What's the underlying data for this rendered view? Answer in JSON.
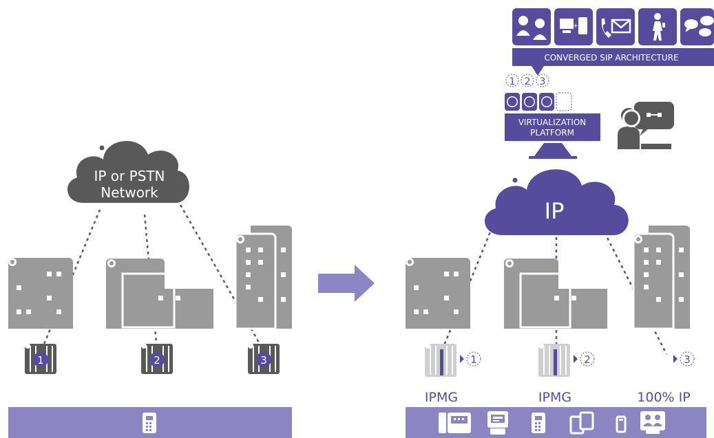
{
  "colors": {
    "gray": "#9a9a9a",
    "dark_gray": "#595959",
    "purple": "#574b9e",
    "light_purple": "#8d86c6",
    "bar_purple": "#8c85c4",
    "white": "#ffffff"
  },
  "left": {
    "cloud_line1": "IP or PSTN",
    "cloud_line2": "Network",
    "gateways": [
      "1",
      "2",
      "3"
    ],
    "bottom_bar_icons": [
      "desk-phone-icon"
    ]
  },
  "transition_arrow": "right-arrow-icon",
  "right": {
    "app_icons": [
      "conference-icon",
      "pc-phone-icon",
      "voice-mail-icon",
      "mobile-user-icon",
      "chat-icon"
    ],
    "converged_label": "CONVERGED SIP ARCHITECTURE",
    "vm_numbers": [
      "1",
      "2",
      "3"
    ],
    "virtualization_line1": "VIRTUALIZATION",
    "virtualization_line2": "PLATFORM",
    "admin_icon": "admin-user-icon",
    "cloud_label": "IP",
    "site_numbers": [
      "1",
      "2",
      "3"
    ],
    "site_labels": [
      "IPMG",
      "IPMG",
      "100% IP"
    ],
    "bottom_bar_icons": [
      "desk-phone-icon",
      "video-phone-icon",
      "ip-phone-icon",
      "tablet-icon",
      "mobile-icon",
      "video-conference-icon"
    ]
  }
}
